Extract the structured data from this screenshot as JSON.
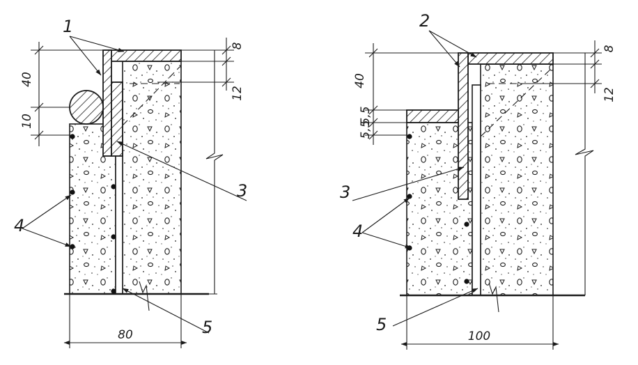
{
  "left_detail": {
    "dimensions": {
      "top_height": "40",
      "bead_height": "10",
      "right_top": "8",
      "right_mid": "12",
      "bottom_width": "80"
    },
    "callouts": {
      "c1": "1",
      "c3": "3",
      "c4": "4",
      "c5": "5"
    }
  },
  "right_detail": {
    "dimensions": {
      "top_height": "40",
      "step_a": "5,5",
      "step_b": "5,5",
      "right_top": "8",
      "right_mid": "12",
      "bottom_width": "100"
    },
    "callouts": {
      "c2": "2",
      "c3": "3",
      "c4": "4",
      "c5": "5"
    }
  }
}
